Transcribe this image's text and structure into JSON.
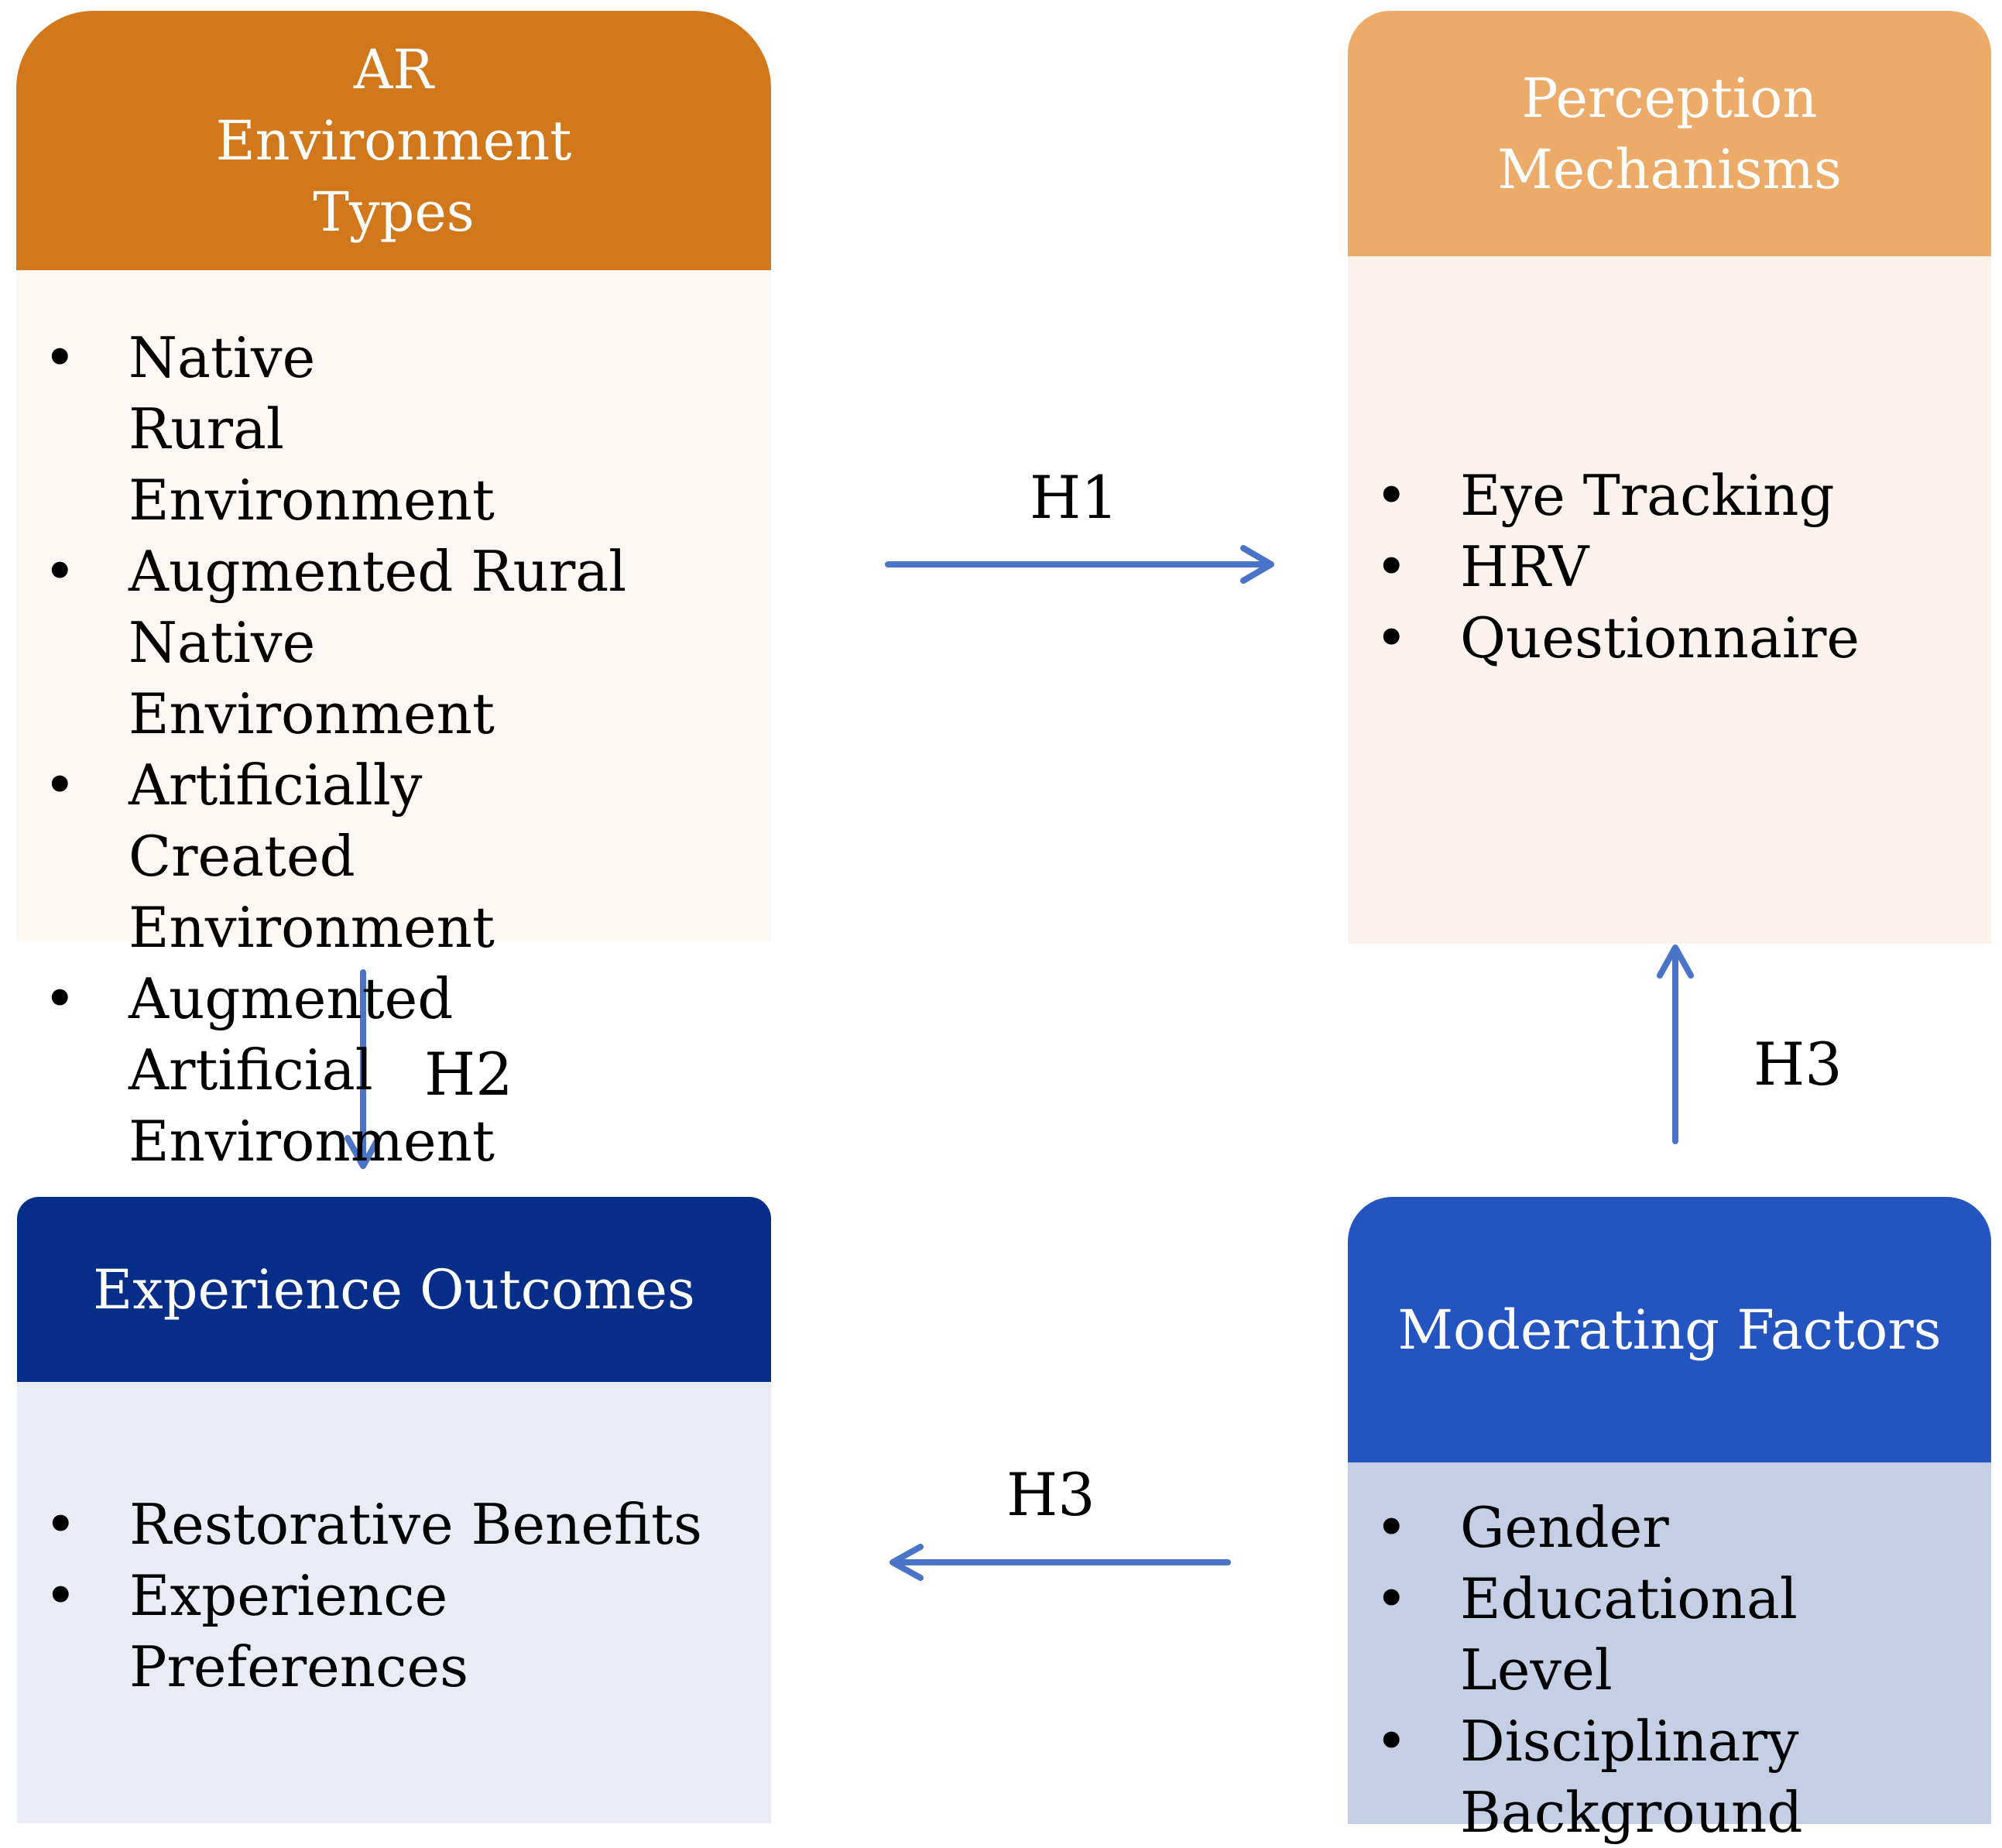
{
  "colors": {
    "ar_head": "#D1781D",
    "ar_body": "#FCF7F3",
    "perception_head": "#ECAB68",
    "perception_body": "#FBF2ED",
    "experience_head": "#062E88",
    "experience_body": "#E9ECF5",
    "moderating_head": "#2354C0",
    "moderating_body": "#C4CFE5",
    "arrow": "#4A74C7"
  },
  "boxes": {
    "ar_environment": {
      "title": [
        "AR",
        "Environment",
        "Types"
      ],
      "items": [
        "Native Rural Environment",
        "Augmented Rural Native Environment",
        "Artificially Created Environment",
        "Augmented Artificial Environment"
      ]
    },
    "perception": {
      "title": [
        "Perception",
        "Mechanisms"
      ],
      "items": [
        "Eye Tracking",
        "HRV",
        "Questionnaire"
      ]
    },
    "experience": {
      "title": [
        "Experience Outcomes"
      ],
      "items": [
        "Restorative Benefits",
        "Experience Preferences"
      ]
    },
    "moderating": {
      "title": [
        "Moderating Factors"
      ],
      "items": [
        "Gender",
        "Educational Level",
        "Disciplinary Background"
      ]
    }
  },
  "arrows": {
    "h1": "H1",
    "h2": "H2",
    "h3_up": "H3",
    "h3_left": "H3"
  }
}
